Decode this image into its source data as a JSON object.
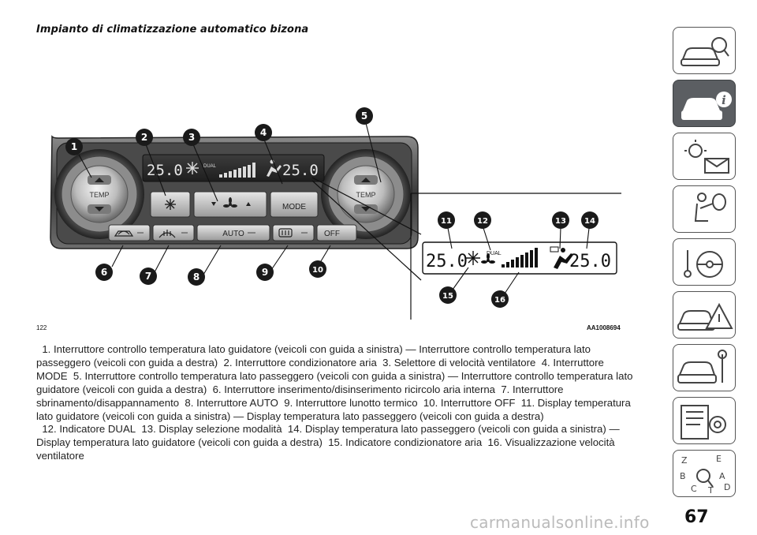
{
  "section_title": "Impianto di climatizzazione automatico bizona",
  "figure": {
    "number": "122",
    "code": "AA1008694",
    "panel": {
      "left_knob_label": "TEMP",
      "right_knob_label": "TEMP",
      "display_left_temp": "25.0",
      "display_right_temp": "25.0",
      "dual_label": "DUAL",
      "mode_label": "MODE",
      "auto_label": "AUTO",
      "off_label": "OFF"
    },
    "inset": {
      "left_temp": "25.0",
      "right_temp": "25.0",
      "dual_label": "DUAL"
    },
    "callouts": [
      "1",
      "2",
      "3",
      "4",
      "5",
      "6",
      "7",
      "8",
      "9",
      "10",
      "11",
      "12",
      "13",
      "14",
      "15",
      "16"
    ]
  },
  "caption": [
    "1. Interruttore controllo temperatura lato guidatore (veicoli con guida a sinistra) — Interruttore controllo temperatura lato passeggero (veicoli con guida a destra)",
    "2. Interruttore condizionatore aria",
    "3. Selettore di velocità ventilatore",
    "4. Interruttore MODE",
    "5. Interruttore controllo temperatura lato passeggero (veicoli con guida a sinistra) — Interruttore controllo temperatura lato guidatore (veicoli con guida a destra)",
    "6. Interruttore inserimento/disinserimento ricircolo aria interna",
    "7. Interruttore sbrinamento/disappannamento",
    "8. Interruttore AUTO",
    "9. Interruttore lunotto termico",
    "10. Interruttore OFF",
    "11. Display temperatura lato guidatore (veicoli con guida a sinistra) — Display temperatura lato passeggero (veicoli con guida a destra)",
    "12. Indicatore DUAL",
    "13. Display selezione modalità",
    "14. Display temperatura lato passeggero (veicoli con guida a sinistra) — Display temperatura lato guidatore (veicoli con guida a destra)",
    "15. Indicatore condizionatore aria",
    "16. Visualizzazione velocità ventilatore"
  ],
  "page_number": "67",
  "watermark": "carmanualsonline.info",
  "side_tabs": [
    {
      "icon": "car-search-icon"
    },
    {
      "icon": "car-info-icon"
    },
    {
      "icon": "warning-lights-message-icon"
    },
    {
      "icon": "seat-airbag-icon"
    },
    {
      "icon": "steering-wheel-key-icon"
    },
    {
      "icon": "car-warning-triangle-icon"
    },
    {
      "icon": "car-wrench-icon"
    },
    {
      "icon": "specifications-gear-icon"
    },
    {
      "icon": "alphabetical-index-icon"
    }
  ],
  "colors": {
    "tab_active": "#5b5e62",
    "badge": "#1a1a1a"
  }
}
